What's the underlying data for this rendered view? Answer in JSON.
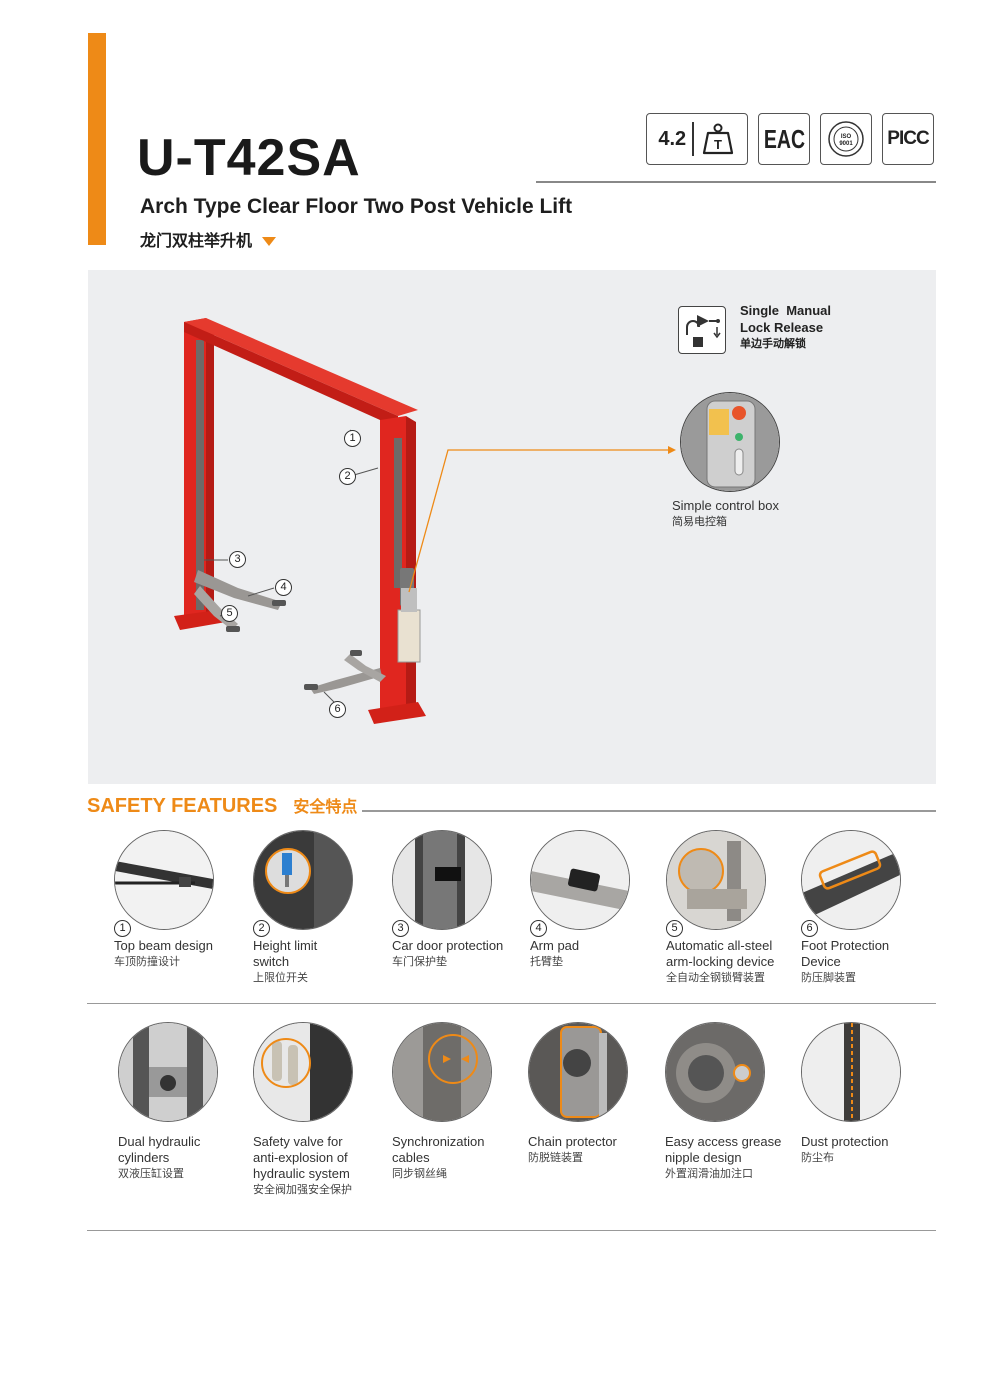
{
  "header": {
    "model": "U-T42SA",
    "subtitle_en": "Arch Type Clear Floor Two Post Vehicle Lift",
    "subtitle_cn": "龙门双柱举升机"
  },
  "badges": {
    "capacity": "4.2",
    "capacity_unit": "T",
    "eac": "EAC",
    "iso": "ISO 9001",
    "picc": "PICC"
  },
  "hero": {
    "callouts": [
      "1",
      "2",
      "3",
      "4",
      "5",
      "6"
    ],
    "manual_release": {
      "line1": "Single  Manual",
      "line2": "Lock Release",
      "cn": "单边手动解锁"
    },
    "control_box": {
      "en": "Simple control box",
      "cn": "简易电控箱"
    }
  },
  "safety": {
    "title_en": "SAFETY FEATURES",
    "title_cn": "安全特点",
    "row1": [
      {
        "num": "1",
        "en": "Top beam design",
        "cn": "车顶防撞设计"
      },
      {
        "num": "2",
        "en": "Height limit\nswitch",
        "cn": "上限位开关"
      },
      {
        "num": "3",
        "en": "Car door protection",
        "cn": "车门保护垫"
      },
      {
        "num": "4",
        "en": "Arm pad",
        "cn": "托臂垫"
      },
      {
        "num": "5",
        "en": "Automatic all-steel\narm-locking device",
        "cn": "全自动全钢锁臂装置"
      },
      {
        "num": "6",
        "en": "Foot Protection\nDevice",
        "cn": "防压脚装置"
      }
    ],
    "row2": [
      {
        "en": "Dual hydraulic\ncylinders",
        "cn": "双液压缸设置"
      },
      {
        "en": "Safety valve for\nanti-explosion of\nhydraulic system",
        "cn": "安全阀加强安全保护"
      },
      {
        "en": "Synchronization\ncables",
        "cn": "同步钢丝绳"
      },
      {
        "en": "Chain protector",
        "cn": "防脱链装置"
      },
      {
        "en": "Easy access grease\nnipple design",
        "cn": "外置润滑油加注口"
      },
      {
        "en": "Dust protection",
        "cn": "防尘布"
      }
    ]
  },
  "colors": {
    "accent": "#ee8a17",
    "lift_red": "#e0261f",
    "hero_bg": "#edeef0"
  }
}
